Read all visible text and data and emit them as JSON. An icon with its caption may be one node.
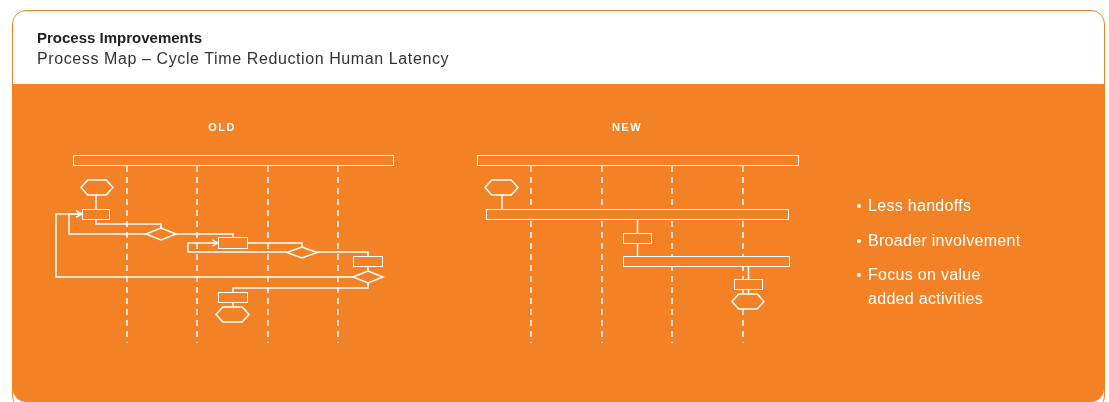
{
  "diagram": {
    "title": "Process Improvements",
    "caption": "Process Map – Cycle Time Reduction Human Latency",
    "nodes": [
      {
        "text": [],
        "shape": "bar"
      },
      {
        "text": [],
        "shape": "hexagon"
      },
      {
        "text": [],
        "shape": "box"
      },
      {
        "text": [],
        "shape": "diamond"
      },
      {
        "text": [],
        "shape": "box"
      },
      {
        "text": [],
        "shape": "diamond"
      },
      {
        "text": [],
        "shape": "box"
      },
      {
        "text": [],
        "shape": "diamond"
      },
      {
        "text": [],
        "shape": "box"
      },
      {
        "text": [],
        "shape": "hexagon"
      },
      {
        "text": [],
        "shape": "bar"
      },
      {
        "text": [],
        "shape": "hexagon"
      },
      {
        "text": [],
        "shape": "bar"
      },
      {
        "text": [],
        "shape": "box"
      },
      {
        "text": [],
        "shape": "bar"
      },
      {
        "text": [],
        "shape": "box"
      },
      {
        "text": [],
        "shape": "hexagon"
      }
    ],
    "edges": [
      {
        "from": 1,
        "to": 2,
        "arrow": "none"
      },
      {
        "from": 2,
        "to": 3,
        "arrow": "none"
      },
      {
        "from": 3,
        "to": 2,
        "arrow": "to"
      },
      {
        "from": 3,
        "to": 4,
        "arrow": "none"
      },
      {
        "from": 4,
        "to": 5,
        "arrow": "none"
      },
      {
        "from": 5,
        "to": 4,
        "arrow": "to"
      },
      {
        "from": 5,
        "to": 6,
        "arrow": "none"
      },
      {
        "from": 6,
        "to": 7,
        "arrow": "none"
      },
      {
        "from": 7,
        "to": 2,
        "arrow": "to"
      },
      {
        "from": 7,
        "to": 8,
        "arrow": "none"
      },
      {
        "from": 8,
        "to": 9,
        "arrow": "none"
      },
      {
        "from": 11,
        "to": 12,
        "arrow": "none"
      },
      {
        "from": 12,
        "to": 13,
        "arrow": "none"
      },
      {
        "from": 13,
        "to": 14,
        "arrow": "none"
      },
      {
        "from": 14,
        "to": 15,
        "arrow": "none"
      },
      {
        "from": 15,
        "to": 16,
        "arrow": "none"
      }
    ],
    "labels": [
      "OLD",
      "NEW",
      "Less handoffs",
      "Broader involvement",
      "Focus on value added activities"
    ]
  }
}
